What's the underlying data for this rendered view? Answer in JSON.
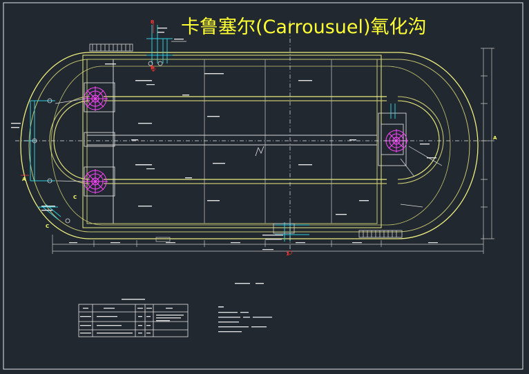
{
  "title": "卡鲁塞尔(Carrousuel)氧化沟",
  "section_markers": {
    "top": "B",
    "left": "A",
    "right": "A",
    "bottom": "1",
    "pipe": "C"
  },
  "colors": {
    "background": "#212830",
    "frame": "#e8e8e8",
    "outer_channel": "#f0f080",
    "partition": "#c8c870",
    "aerator": "#ff44ff",
    "pipe": "#2fd0e0",
    "dimension": "#c8c8c8",
    "marker_red": "#ff3333",
    "title": "#ffff33"
  },
  "icons": [
    "aerator-rotor-icon",
    "section-marker-icon",
    "north-arrow-icon"
  ],
  "notes_heading": "说明"
}
